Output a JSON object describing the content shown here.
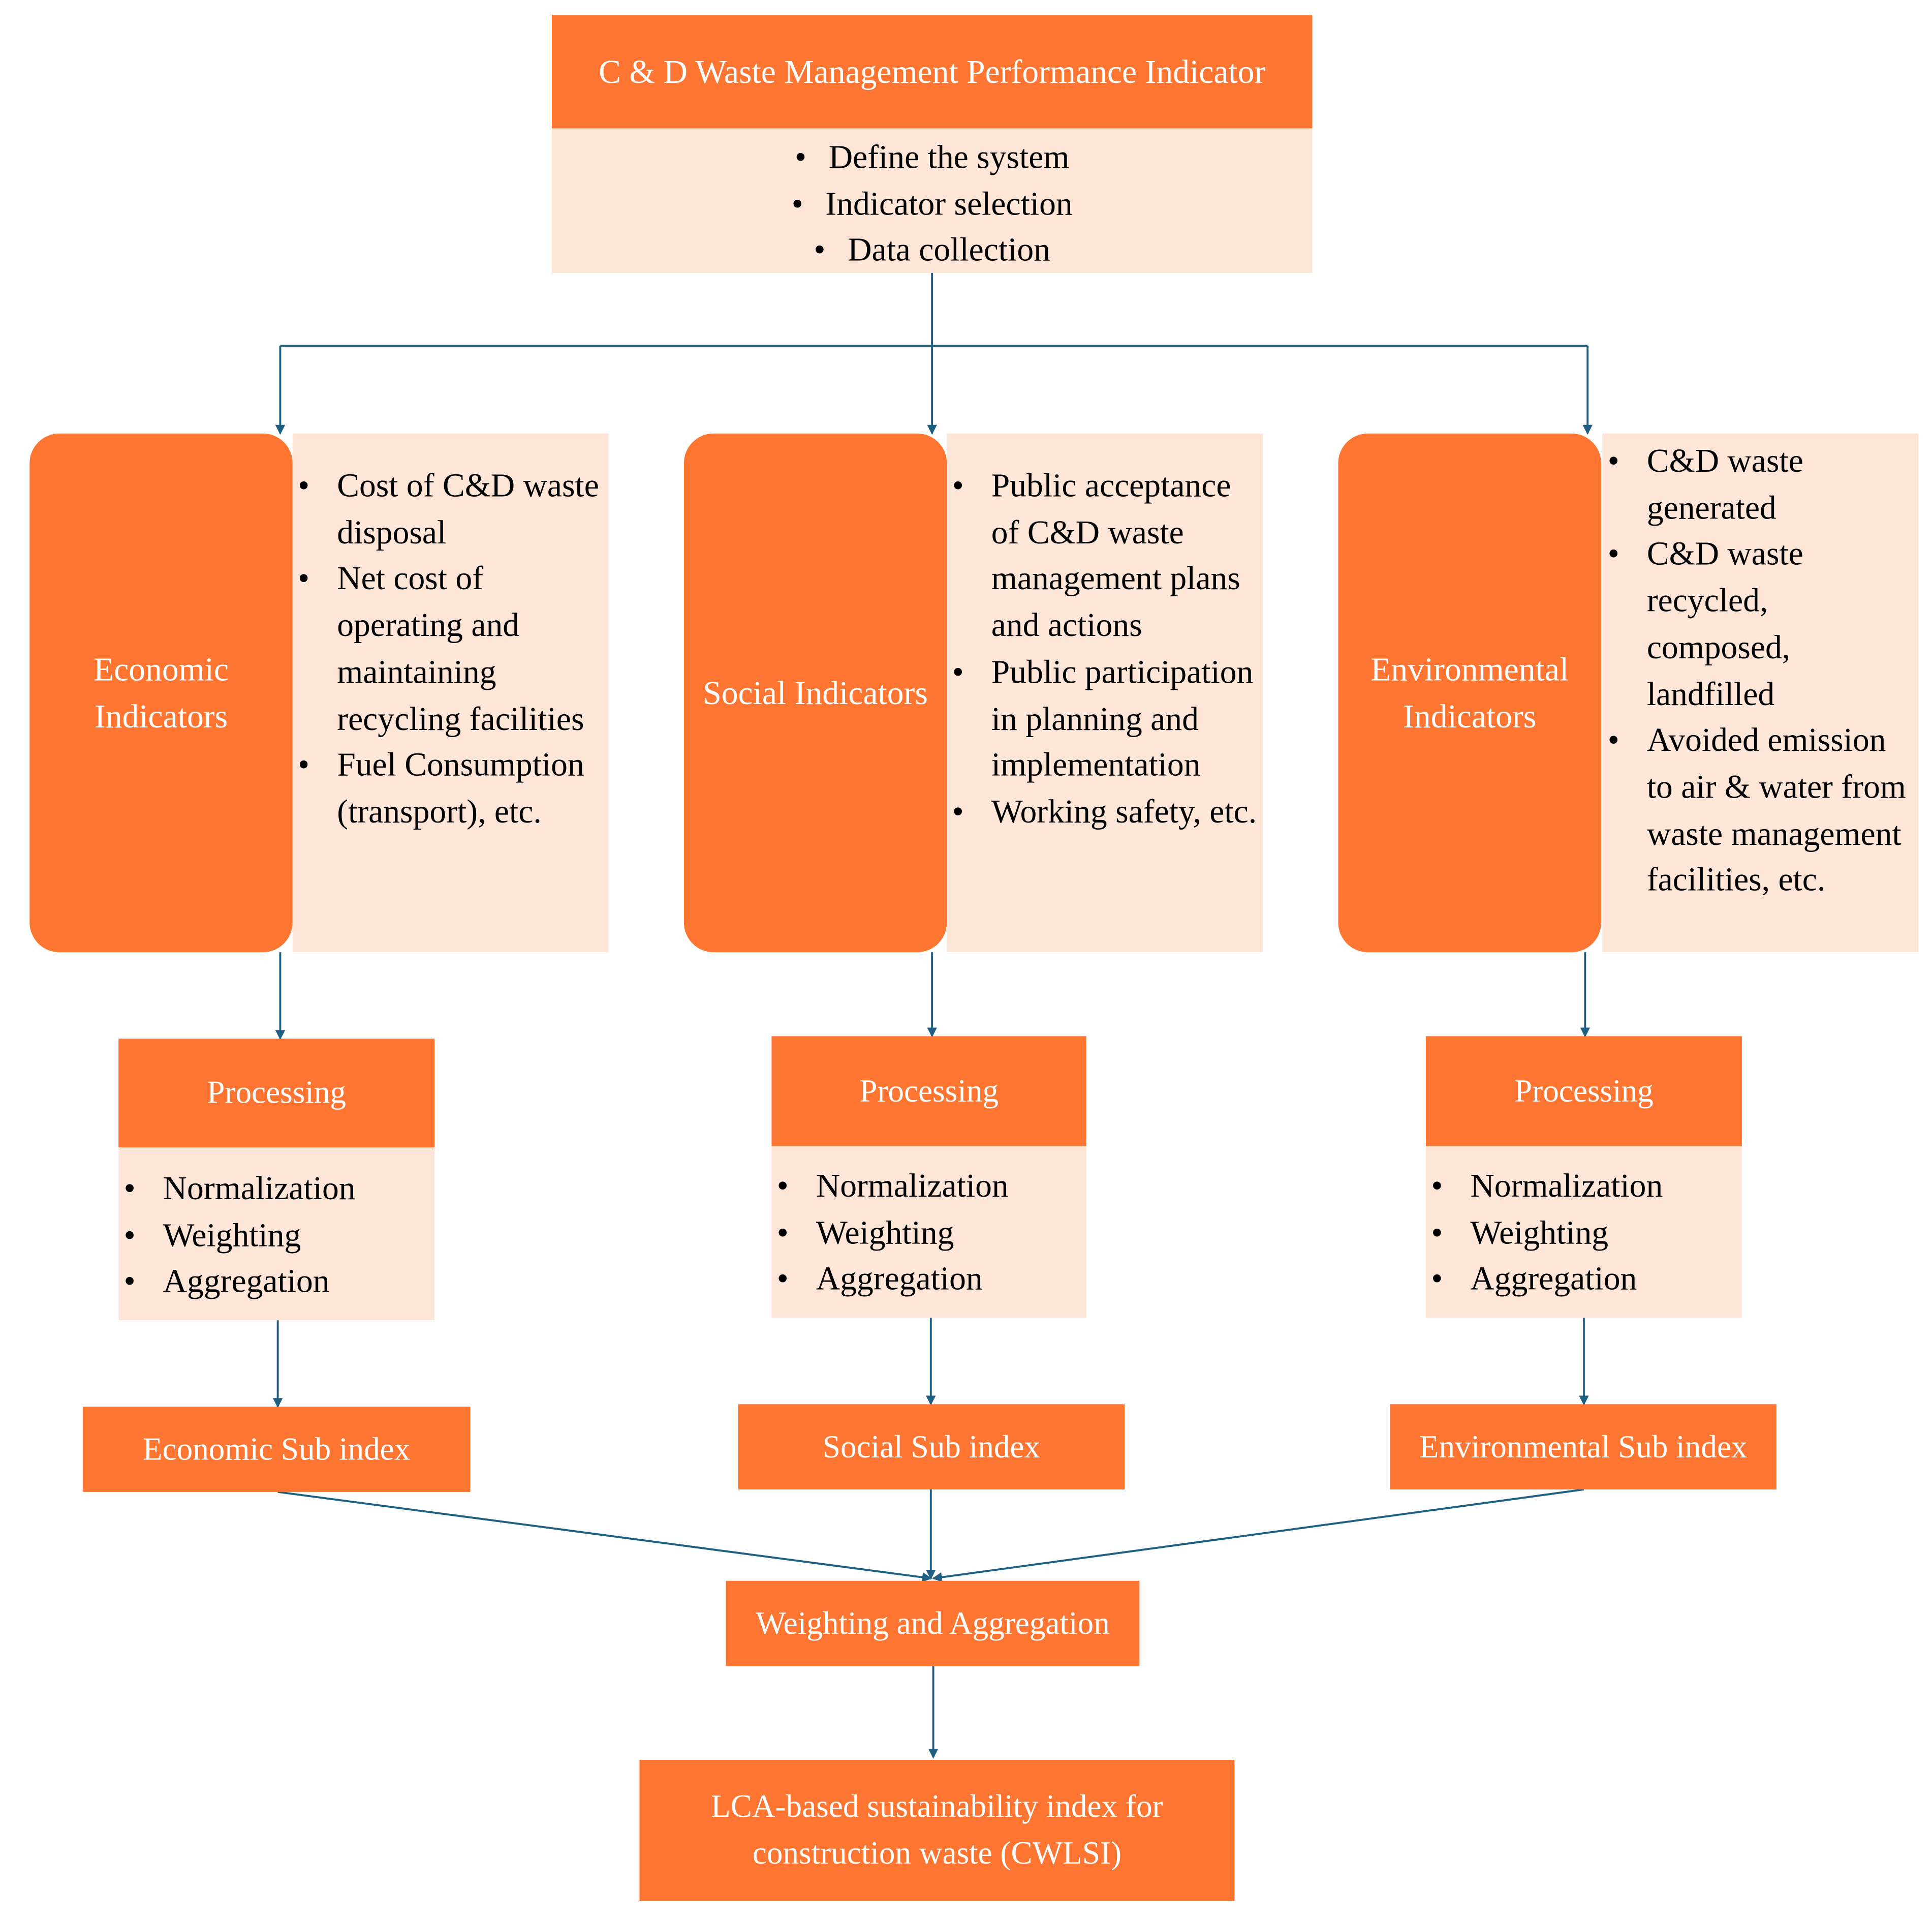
{
  "top": {
    "title": "C & D Waste Management Performance Indicator",
    "steps": [
      "Define the system",
      "Indicator selection",
      "Data collection"
    ]
  },
  "columns": [
    {
      "indicator": "Economic Indicators",
      "bullets": [
        "Cost of C&D waste disposal",
        "Net cost of operating and maintaining recycling facilities",
        "Fuel Consumption (transport), etc."
      ],
      "processing": "Processing",
      "steps": [
        "Normalization",
        "Weighting",
        "Aggregation"
      ],
      "subindex": "Economic Sub index"
    },
    {
      "indicator": "Social Indicators",
      "bullets": [
        "Public acceptance of C&D waste management plans and actions",
        "Public participation in planning and implementation",
        "Working safety, etc."
      ],
      "processing": "Processing",
      "steps": [
        "Normalization",
        "Weighting",
        "Aggregation"
      ],
      "subindex": "Social Sub index"
    },
    {
      "indicator": "Environmental Indicators",
      "bullets": [
        "C&D waste generated",
        "C&D waste recycled, composed, landfilled",
        "Avoided emission to air & water from waste management facilities, etc."
      ],
      "processing": "Processing",
      "steps": [
        "Normalization",
        "Weighting",
        "Aggregation"
      ],
      "subindex": "Environmental Sub index"
    }
  ],
  "aggregation": "Weighting and Aggregation",
  "result": "LCA-based sustainability index for construction waste (CWLSI)",
  "colors": {
    "accent": "#fd7530",
    "light": "#fde5d7",
    "arrow": "#1e5f82",
    "label_text": "#ffffff"
  }
}
